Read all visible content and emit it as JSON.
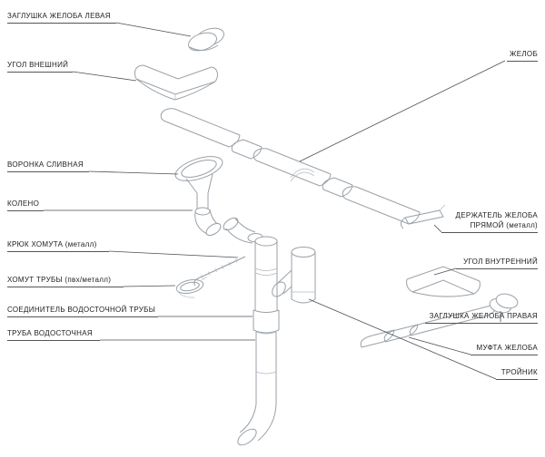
{
  "labels": {
    "left": [
      {
        "text": "ЗАГЛУШКА ЖЕЛОБА ЛЕВАЯ"
      },
      {
        "text": "УГОЛ ВНЕШНИЙ"
      },
      {
        "text": "ВОРОНКА СЛИВНАЯ"
      },
      {
        "text": "КОЛЕНО"
      },
      {
        "text": "КРЮК ХОМУТА (металл)"
      },
      {
        "text": "ХОМУТ ТРУБЫ (пвх/металл)"
      },
      {
        "text": "СОЕДИНИТЕЛЬ ВОДОСТОЧНОЙ ТРУБЫ"
      },
      {
        "text": "ТРУБА ВОДОСТОЧНАЯ"
      }
    ],
    "right": [
      {
        "text": "ЖЕЛОБ"
      },
      {
        "text": "ДЕРЖАТЕЛЬ ЖЕЛОБА ПРЯМОЙ (металл)"
      },
      {
        "text": "УГОЛ ВНУТРЕННИЙ"
      },
      {
        "text": "ЗАГЛУШКА ЖЕЛОБА ПРАВАЯ"
      },
      {
        "text": "МУФТА ЖЕЛОБА"
      },
      {
        "text": "ТРОЙНИК"
      }
    ]
  },
  "colors": {
    "linework": "#9aa1a8",
    "leader": "#4a4f55",
    "label_text": "#222222",
    "background": "#ffffff"
  }
}
